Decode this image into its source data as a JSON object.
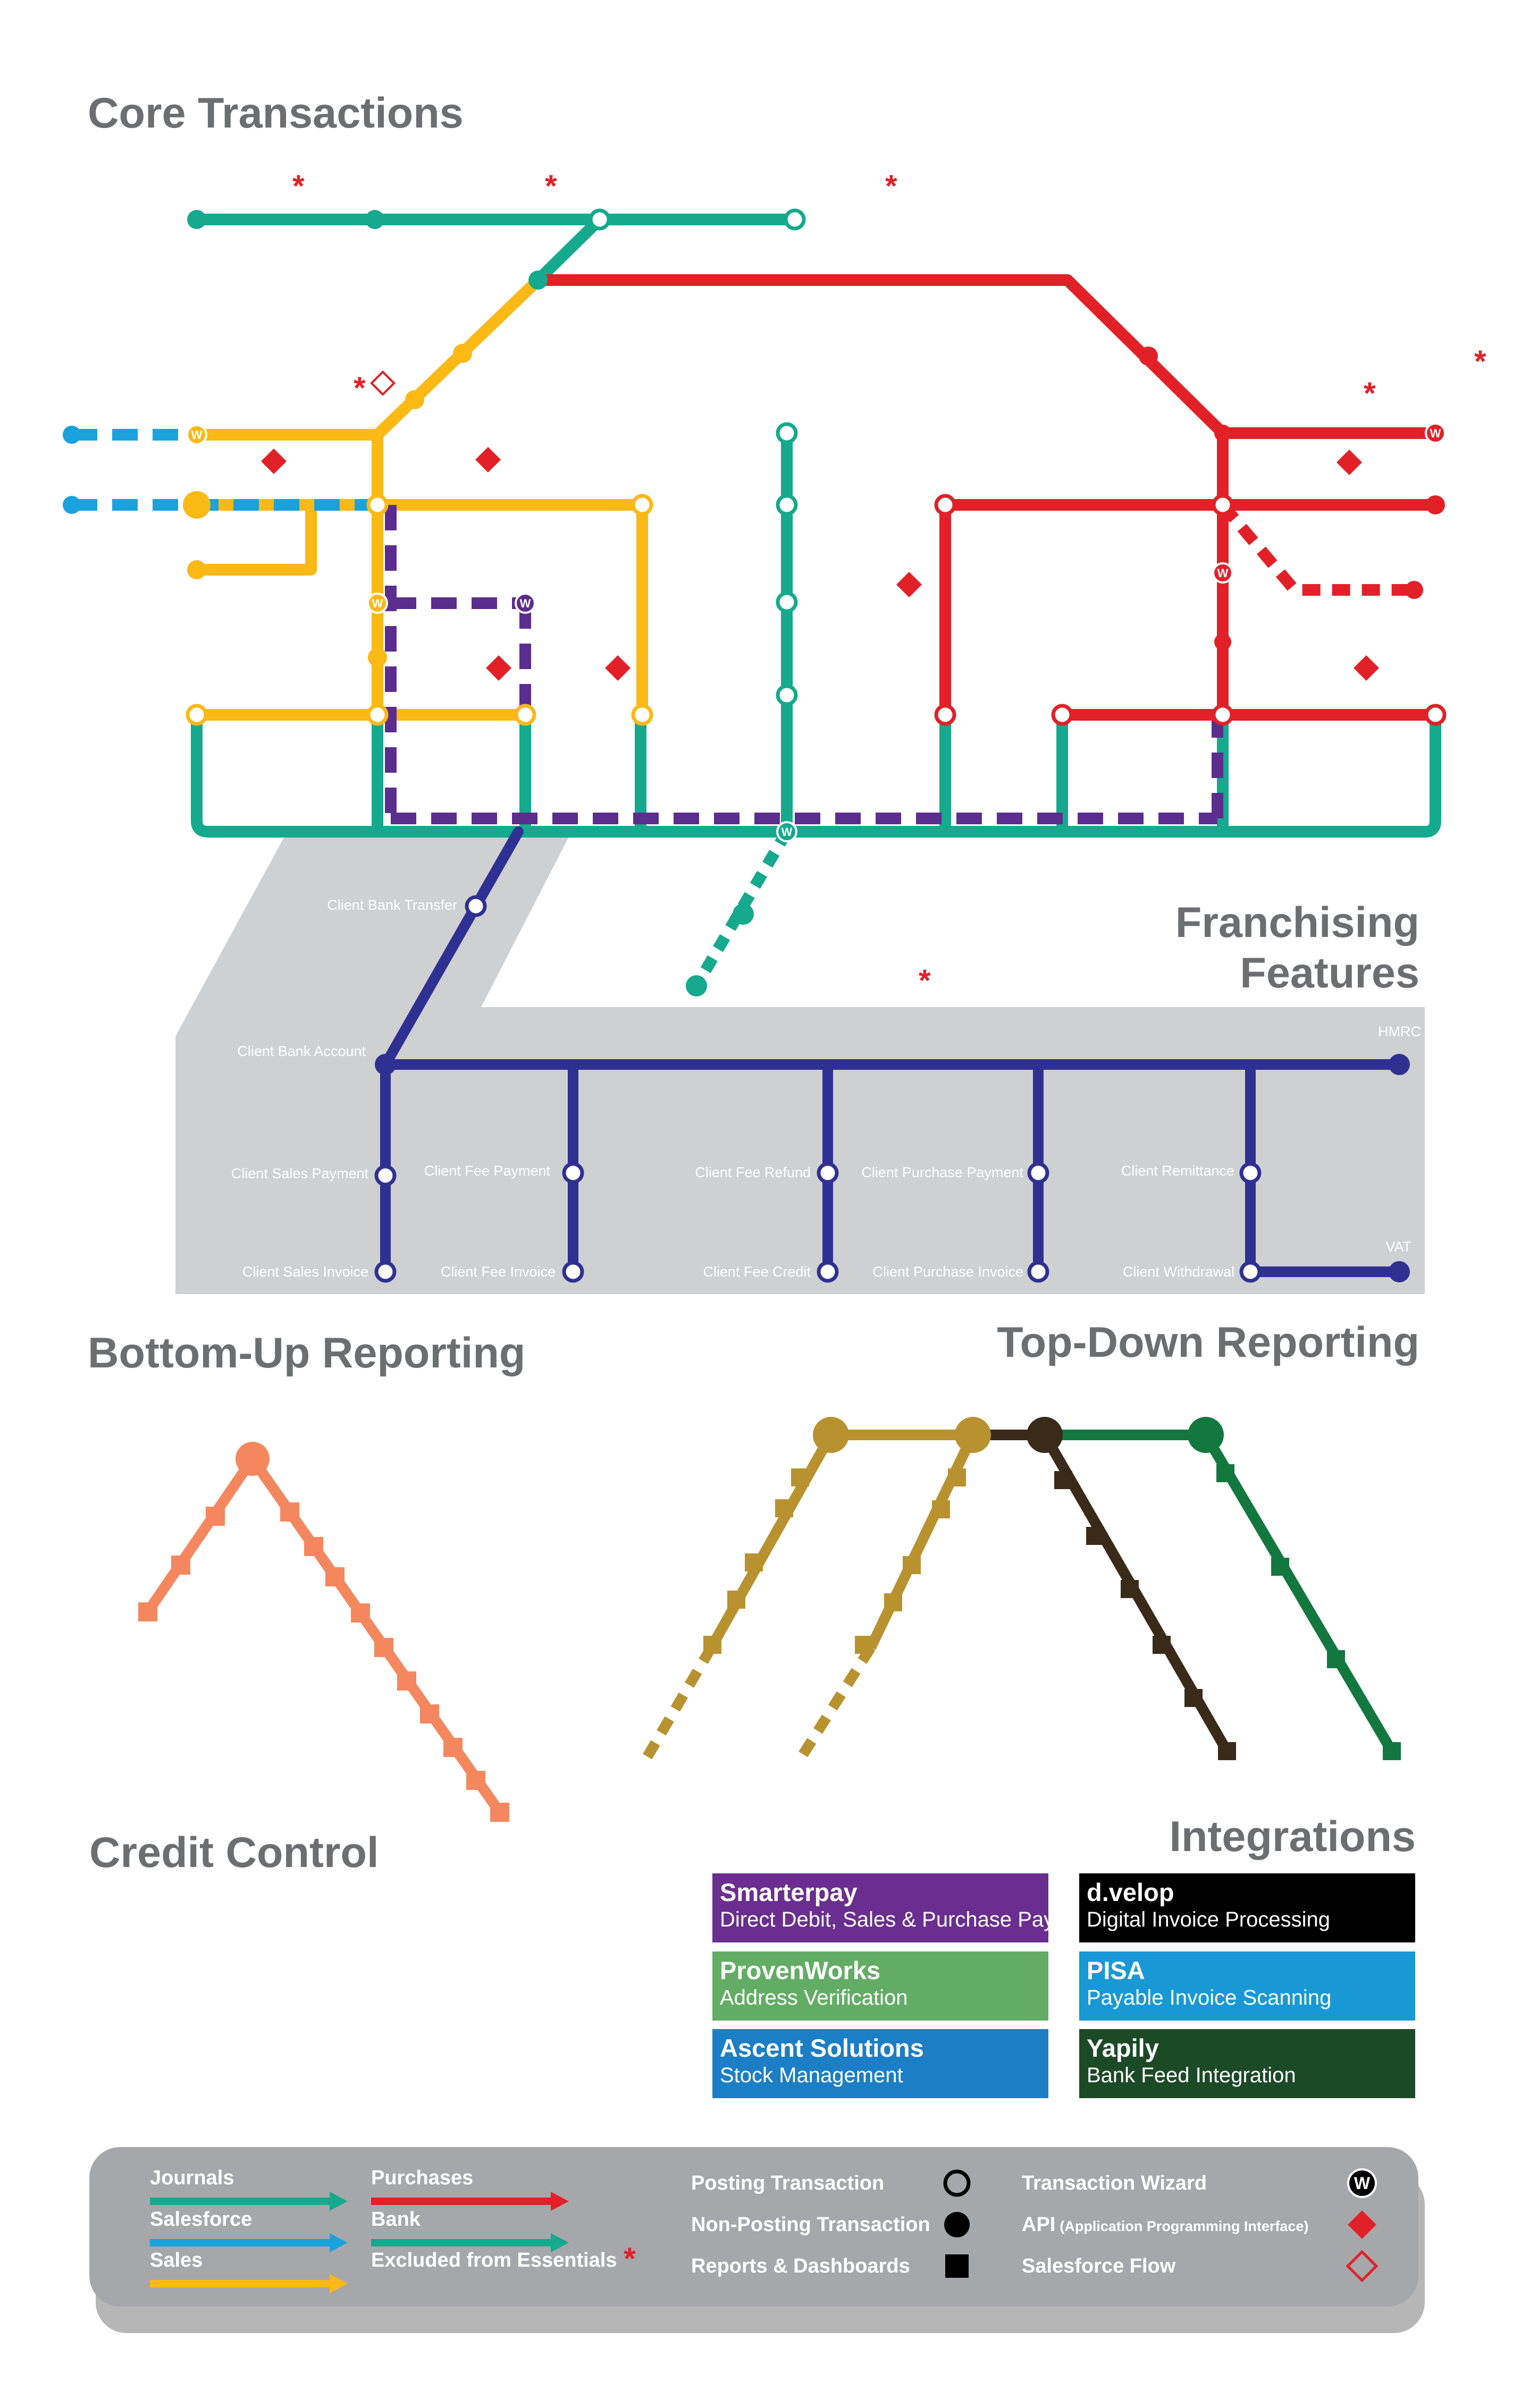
{
  "sections": {
    "core": "Core Transactions",
    "franchising_1": "Franchising",
    "franchising_2": "Features",
    "bottom_up": "Bottom-Up Reporting",
    "top_down": "Top-Down Reporting",
    "credit_control": "Credit Control",
    "integrations": "Integrations"
  },
  "stations": {
    "client_bank_transfer": "Client Bank Transfer",
    "client_bank_account": "Client Bank Account",
    "hmrc": "HMRC",
    "client_sales_payment": "Client Sales Payment",
    "client_fee_payment": "Client Fee Payment",
    "client_fee_refund": "Client Fee Refund",
    "client_purchase_payment": "Client Purchase Payment",
    "client_remittance": "Client Remittance",
    "vat": "VAT",
    "client_sales_invoice": "Client Sales Invoice",
    "client_fee_invoice": "Client Fee Invoice",
    "client_fee_credit": "Client Fee Credit",
    "client_purchase_invoice": "Client Purchase Invoice",
    "client_withdrawal": "Client Withdrawal"
  },
  "wizard_glyph": "W",
  "excluded_marker": "*",
  "integrations": [
    {
      "title": "Smarterpay",
      "subtitle": "Direct Debit, Sales & Purchase Payments",
      "color": "#6a2d90"
    },
    {
      "title": "d.velop",
      "subtitle": "Digital Invoice Processing",
      "color": "#000000"
    },
    {
      "title": "ProvenWorks",
      "subtitle": "Address Verification",
      "color": "#63ac65"
    },
    {
      "title": "PISA",
      "subtitle": "Payable Invoice Scanning",
      "color": "#1899d5"
    },
    {
      "title": "Ascent Solutions",
      "subtitle": "Stock Management",
      "color": "#1c7ec4"
    },
    {
      "title": "Yapily",
      "subtitle": "Bank Feed Integration",
      "color": "#1c4a26"
    }
  ],
  "legend": {
    "lines": [
      {
        "label": "Journals",
        "color": "#15a98e"
      },
      {
        "label": "Salesforce",
        "color": "#1aa2dd"
      },
      {
        "label": "Sales",
        "color": "#fbb916"
      },
      {
        "label": "Purchases",
        "color": "#e22028"
      },
      {
        "label": "Bank",
        "color": "#15a98e"
      },
      {
        "label": "Excluded from Essentials",
        "color": "#e22028"
      }
    ],
    "symbols": [
      {
        "label": "Posting Transaction",
        "icon": "hollow-circle"
      },
      {
        "label": "Non-Posting Transaction",
        "icon": "filled-circle"
      },
      {
        "label": "Reports & Dashboards",
        "icon": "filled-square"
      },
      {
        "label": "Transaction Wizard",
        "icon": "wizard-circle"
      },
      {
        "label": "API",
        "label_suffix": "(Application Programming Interface)",
        "icon": "filled-diamond"
      },
      {
        "label": "Salesforce Flow",
        "icon": "hollow-diamond"
      }
    ]
  },
  "colors": {
    "journals": "#15a98e",
    "salesforce": "#1aa2dd",
    "sales": "#fbb916",
    "purchases": "#e22028",
    "bank": "#15a98e",
    "franchise": "#2e3192",
    "dotted_purple": "#5b2d8e",
    "credit_control": "#f4875e",
    "report_gold": "#b8922f",
    "report_brown": "#3a2a19",
    "report_green": "#13783f",
    "panel_gray": "#cfd0d2",
    "heading_gray": "#6d6e70"
  }
}
